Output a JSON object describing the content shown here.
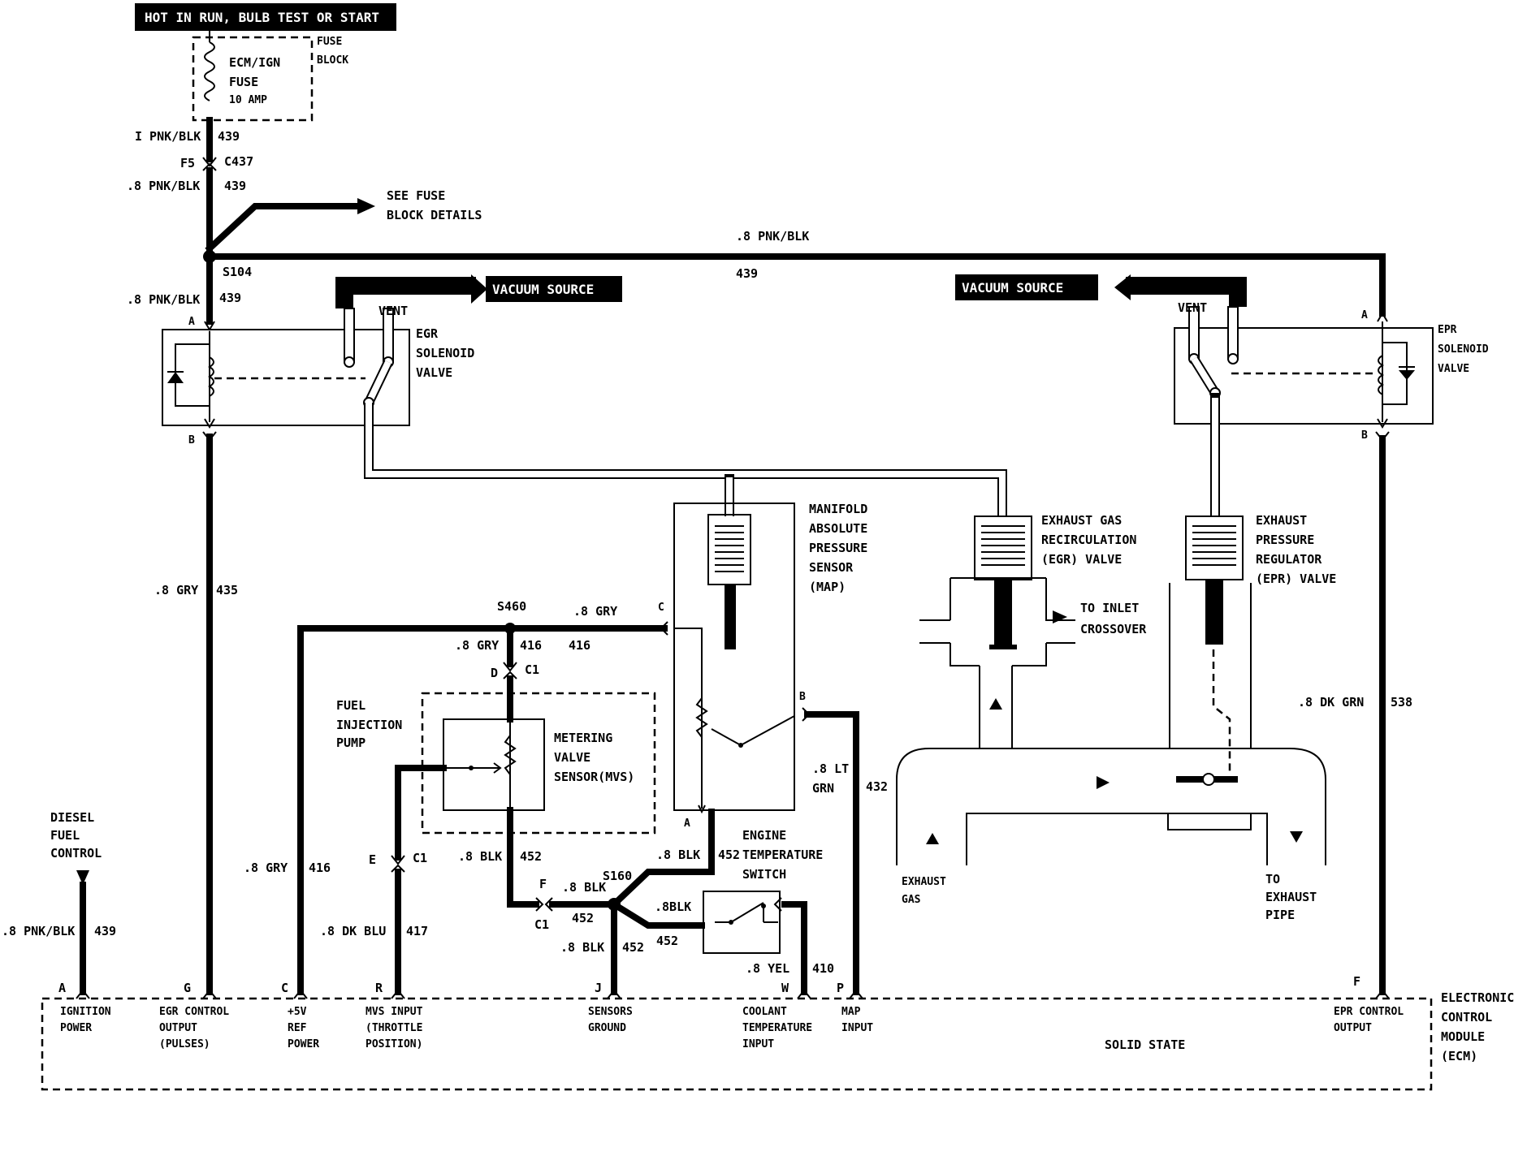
{
  "header": {
    "power_label": "HOT IN RUN, BULB TEST OR START"
  },
  "fuse_block": {
    "title_1": "FUSE",
    "title_2": "BLOCK",
    "fuse_name_1": "ECM/IGN",
    "fuse_name_2": "FUSE",
    "fuse_rating": "10 AMP"
  },
  "wires": {
    "w1_gauge": "I PNK/BLK",
    "w1_circuit": "439",
    "connector_pin": "F5",
    "connector_id": "C437",
    "w2_gauge": ".8 PNK/BLK",
    "w2_circuit": "439",
    "see_details_1": "SEE FUSE",
    "see_details_2": "BLOCK DETAILS",
    "top_bus_gauge": ".8 PNK/BLK",
    "top_bus_circuit": "439",
    "splice_s104": "S104",
    "w3_gauge": ".8 PNK/BLK",
    "w3_circuit": "439",
    "egr_out_gauge": ".8 GRY",
    "egr_out_circuit": "435",
    "splice_s460": "S460",
    "gry_top_gauge": ".8 GRY",
    "gry_mid_gauge": ".8 GRY",
    "gry_mid_circuit": "416",
    "gry_right_circuit": "416",
    "c1": "C1",
    "pin_d": "D",
    "pin_e": "E",
    "pin_f": "F",
    "gry_left_gauge": ".8 GRY",
    "gry_left_circuit": "416",
    "blu_gauge": ".8 DK BLU",
    "blu_circuit": "417",
    "blk_mvs_gauge": ".8 BLK",
    "blk_mvs_circuit": "452",
    "blk_f_gauge": ".8 BLK",
    "blk_f_circuit": "452",
    "splice_s160": "S160",
    "blk_map_gauge": ".8 BLK",
    "blk_map_circuit": "452",
    "blk_sw_gauge": ".8BLK",
    "blk_sw_circuit": "452",
    "blk_j_gauge": ".8 BLK",
    "blk_j_circuit": "452",
    "yel_gauge": ".8 YEL",
    "yel_circuit": "410",
    "grn_gauge_1": ".8 LT",
    "grn_gauge_2": "GRN",
    "grn_circuit": "432",
    "dkgrn_gauge": ".8 DK GRN",
    "dkgrn_circuit": "538",
    "diesel_gauge": ".8 PNK/BLK",
    "diesel_circuit": "439",
    "pin_a_egr": "A",
    "pin_b_egr": "B",
    "pin_a_epr": "A",
    "pin_b_epr": "B",
    "map_pin_a": "A",
    "map_pin_b": "B",
    "map_pin_c": "C"
  },
  "vacuum": {
    "left_label": "VACUUM SOURCE",
    "right_label": "VACUUM SOURCE",
    "vent_left": "VENT",
    "vent_right": "VENT"
  },
  "components": {
    "egr_solenoid_1": "EGR",
    "egr_solenoid_2": "SOLENOID",
    "egr_solenoid_3": "VALVE",
    "epr_solenoid_1": "EPR",
    "epr_solenoid_2": "SOLENOID",
    "epr_solenoid_3": "VALVE",
    "map_1": "MANIFOLD",
    "map_2": "ABSOLUTE",
    "map_3": "PRESSURE",
    "map_4": "SENSOR",
    "map_5": "(MAP)",
    "egr_valve_1": "EXHAUST GAS",
    "egr_valve_2": "RECIRCULATION",
    "egr_valve_3": "(EGR) VALVE",
    "epr_valve_1": "EXHAUST",
    "epr_valve_2": "PRESSURE",
    "epr_valve_3": "REGULATOR",
    "epr_valve_4": "(EPR) VALVE",
    "inlet_1": "TO INLET",
    "inlet_2": "CROSSOVER",
    "fip_1": "FUEL",
    "fip_2": "INJECTION",
    "fip_3": "PUMP",
    "mvs_1": "METERING",
    "mvs_2": "VALVE",
    "mvs_3": "SENSOR(MVS)",
    "ets_1": "ENGINE",
    "ets_2": "TEMPERATURE",
    "ets_3": "SWITCH",
    "exhaust_gas_1": "EXHAUST",
    "exhaust_gas_2": "GAS",
    "exhaust_pipe_1": "TO",
    "exhaust_pipe_2": "EXHAUST",
    "exhaust_pipe_3": "PIPE",
    "diesel_1": "DIESEL",
    "diesel_2": "FUEL",
    "diesel_3": "CONTROL"
  },
  "ecm": {
    "title_1": "ELECTRONIC",
    "title_2": "CONTROL",
    "title_3": "MODULE",
    "title_4": "(ECM)",
    "solid_state": "SOLID STATE",
    "pins": [
      {
        "pin": "A",
        "l1": "IGNITION",
        "l2": "POWER",
        "l3": ""
      },
      {
        "pin": "G",
        "l1": "EGR CONTROL",
        "l2": "OUTPUT",
        "l3": "(PULSES)"
      },
      {
        "pin": "C",
        "l1": "+5V",
        "l2": "REF",
        "l3": "POWER"
      },
      {
        "pin": "R",
        "l1": "MVS INPUT",
        "l2": "(THROTTLE",
        "l3": "POSITION)"
      },
      {
        "pin": "J",
        "l1": "SENSORS",
        "l2": "GROUND",
        "l3": ""
      },
      {
        "pin": "W",
        "l1": "COOLANT",
        "l2": "TEMPERATURE",
        "l3": "INPUT"
      },
      {
        "pin": "P",
        "l1": "MAP",
        "l2": "INPUT",
        "l3": ""
      },
      {
        "pin": "F",
        "l1": "EPR CONTROL",
        "l2": "OUTPUT",
        "l3": ""
      }
    ]
  }
}
